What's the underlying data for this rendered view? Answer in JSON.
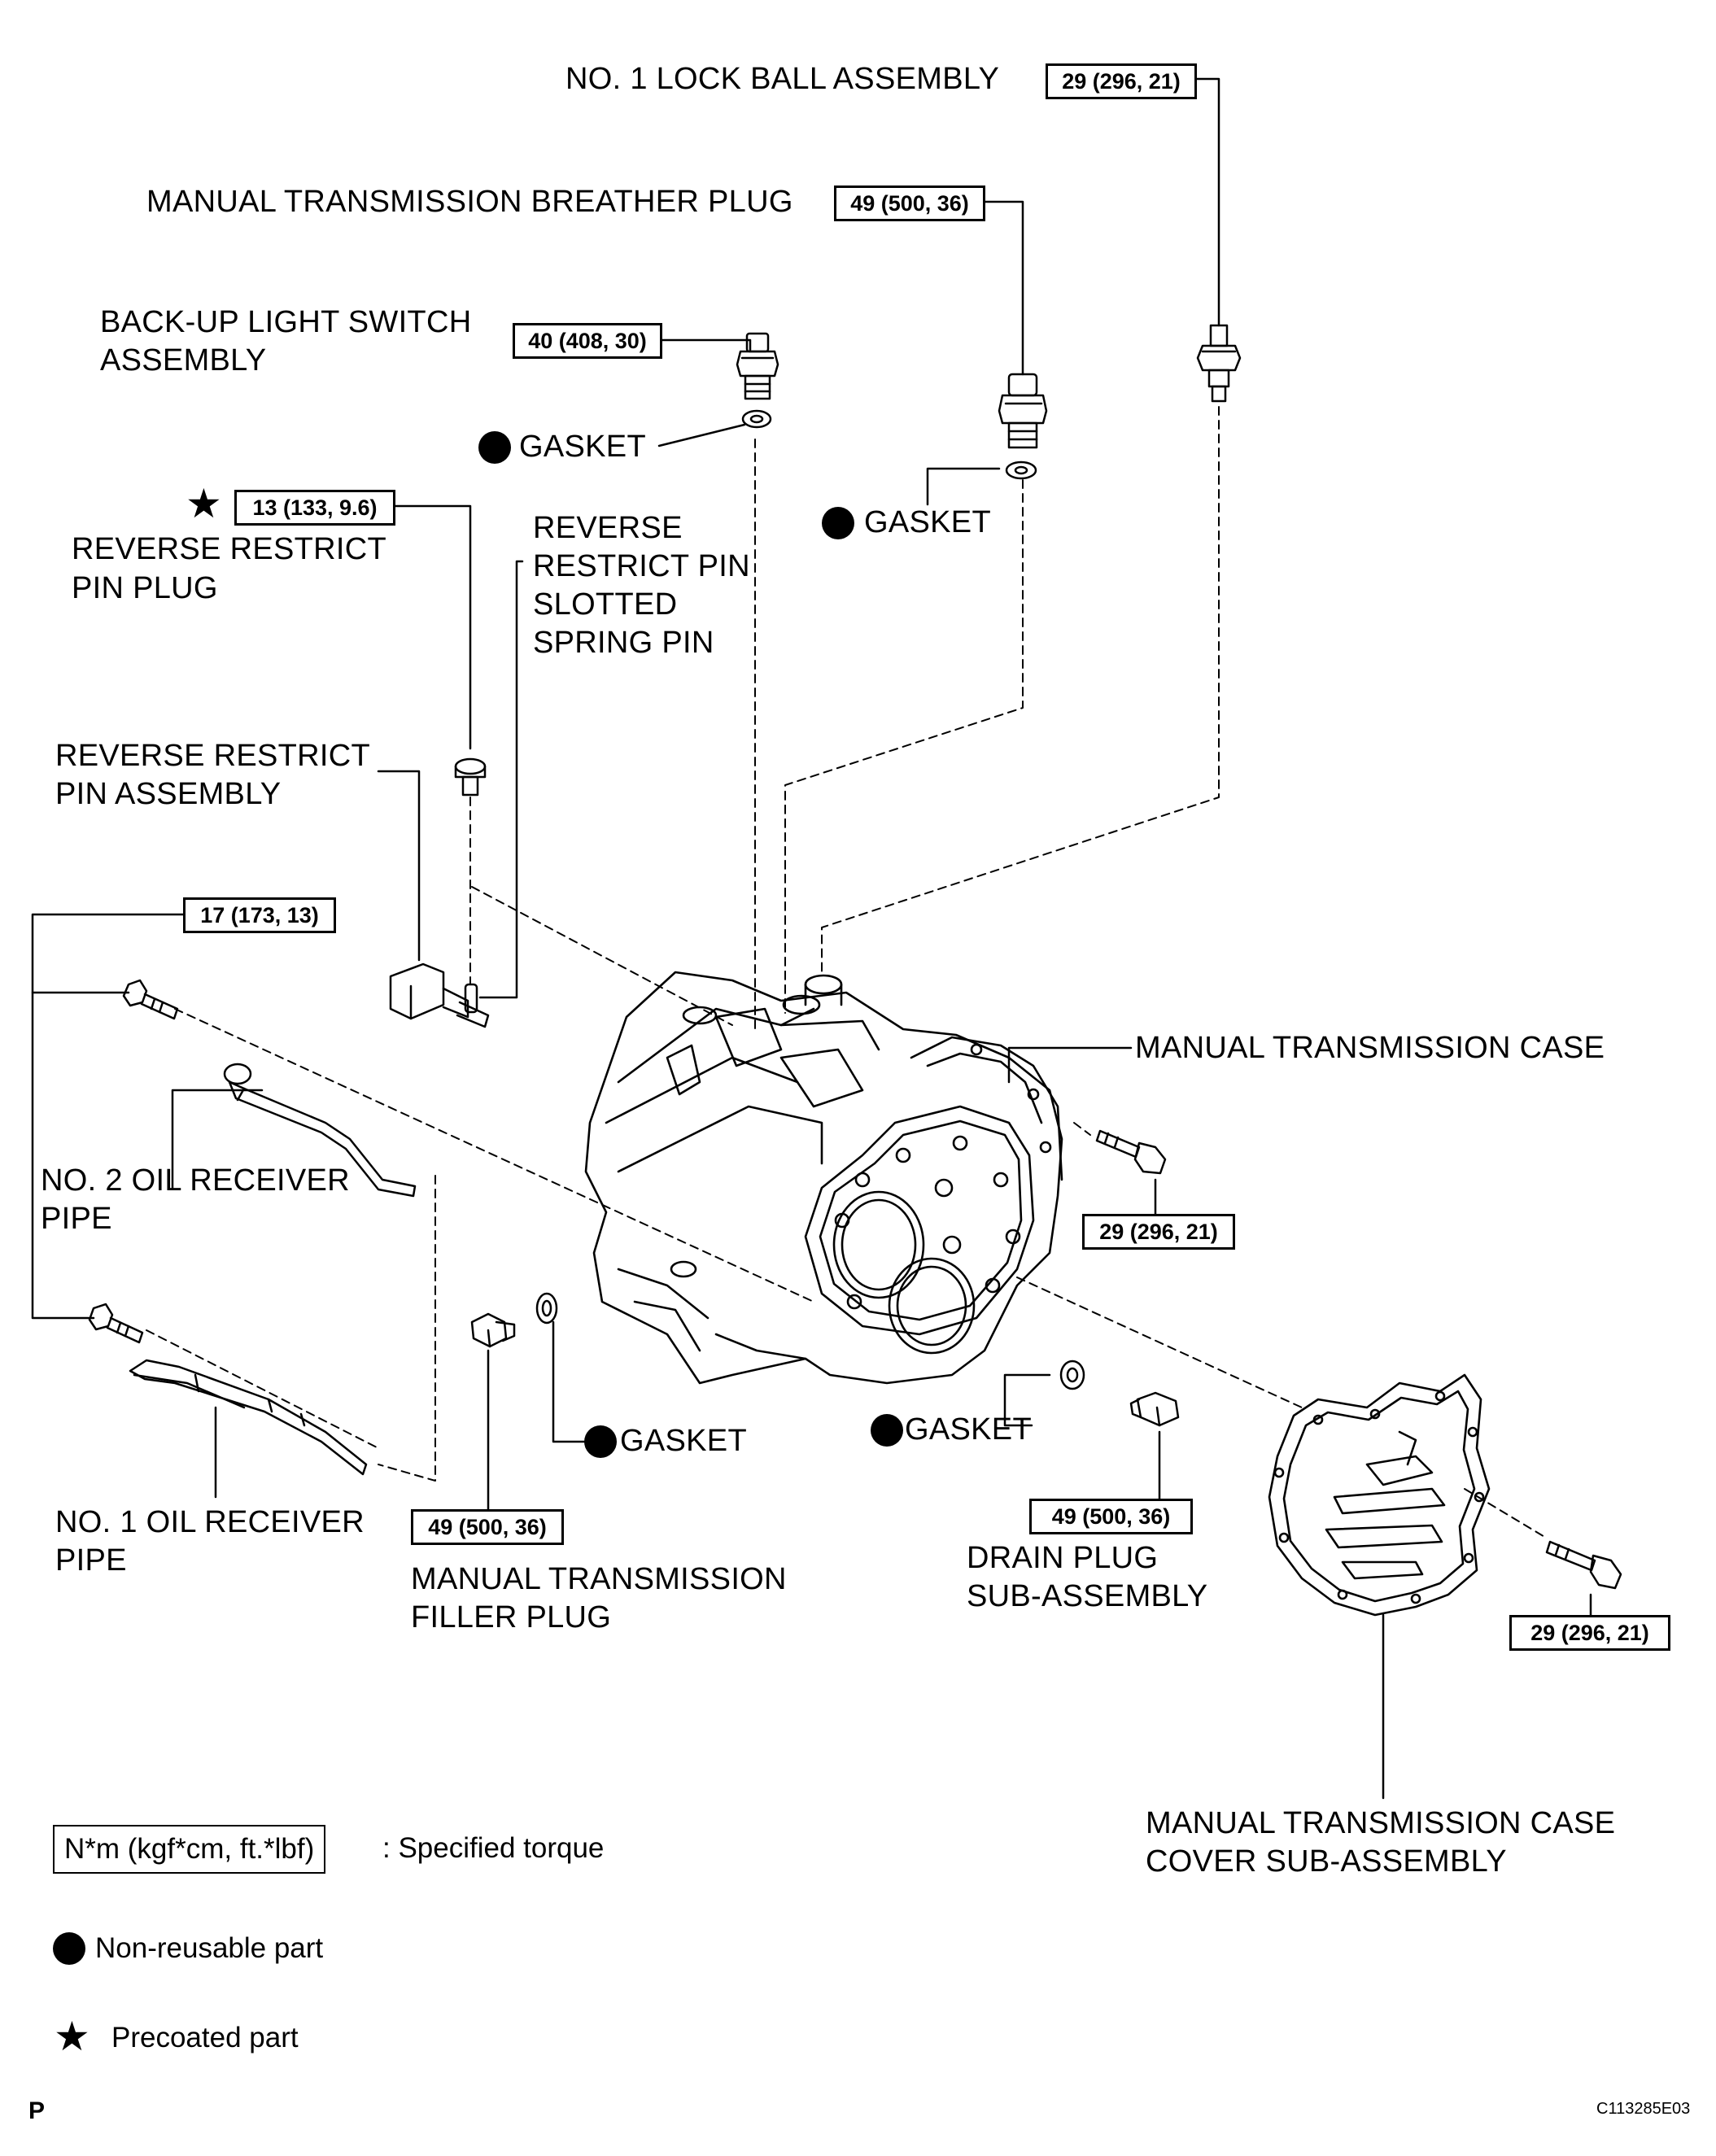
{
  "labels": {
    "lock_ball": "NO. 1 LOCK BALL ASSEMBLY",
    "breather_plug": "MANUAL TRANSMISSION BREATHER PLUG",
    "backup_switch_l1": "BACK-UP LIGHT SWITCH",
    "backup_switch_l2": "ASSEMBLY",
    "gasket": "GASKET",
    "reverse_pin_plug_l1": "REVERSE RESTRICT",
    "reverse_pin_plug_l2": "PIN PLUG",
    "slotted_pin_l1": "REVERSE",
    "slotted_pin_l2": "RESTRICT PIN",
    "slotted_pin_l3": "SLOTTED",
    "slotted_pin_l4": "SPRING PIN",
    "reverse_pin_assy_l1": "REVERSE RESTRICT",
    "reverse_pin_assy_l2": "PIN ASSEMBLY",
    "case": "MANUAL TRANSMISSION CASE",
    "oil_pipe2_l1": "NO. 2 OIL RECEIVER",
    "oil_pipe2_l2": "PIPE",
    "oil_pipe1_l1": "NO. 1 OIL RECEIVER",
    "oil_pipe1_l2": "PIPE",
    "filler_plug_l1": "MANUAL TRANSMISSION",
    "filler_plug_l2": "FILLER PLUG",
    "drain_plug_l1": "DRAIN PLUG",
    "drain_plug_l2": "SUB-ASSEMBLY",
    "case_cover_l1": "MANUAL TRANSMISSION CASE",
    "case_cover_l2": "COVER SUB-ASSEMBLY"
  },
  "torques": {
    "lock_ball": "29 (296, 21)",
    "breather_plug": "49 (500, 36)",
    "backup_switch": "40 (408, 30)",
    "reverse_pin_plug": "13 (133, 9.6)",
    "oil_pipe_bolts": "17 (173, 13)",
    "case_bolt": "29 (296, 21)",
    "filler_plug": "49 (500, 36)",
    "drain_plug": "49 (500, 36)",
    "cover_bolt": "29 (296, 21)"
  },
  "legend": {
    "torque_box": "N*m (kgf*cm, ft.*lbf)",
    "torque_text": ": Specified torque",
    "non_reusable": "Non-reusable part",
    "precoated": "Precoated part"
  },
  "footer": {
    "left_mark": "P",
    "image_code": "C113285E03"
  }
}
